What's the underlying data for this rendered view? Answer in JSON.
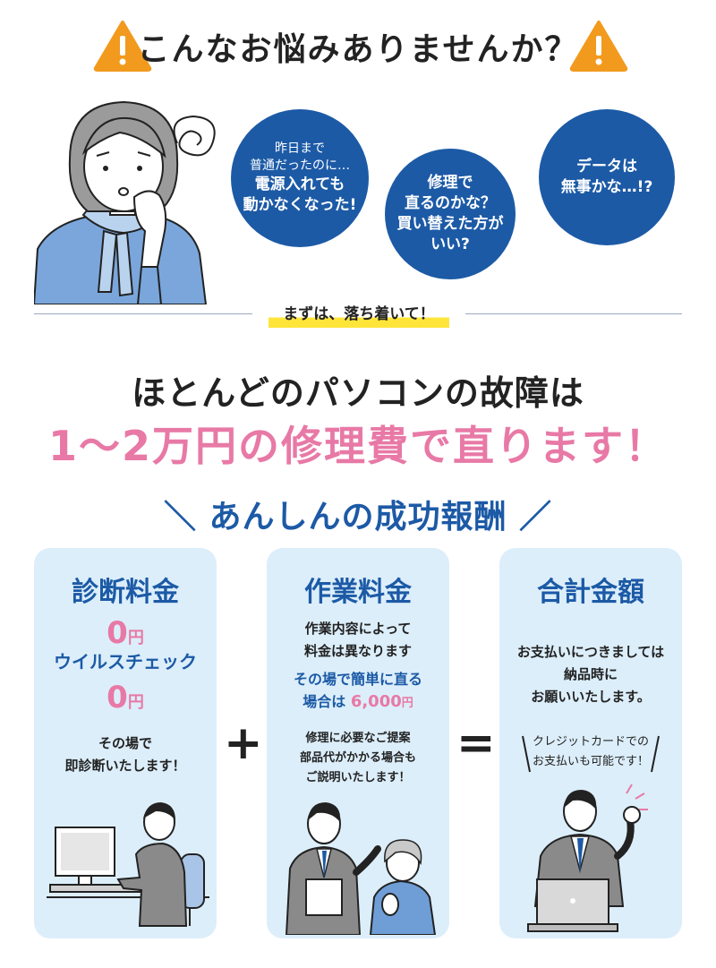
{
  "header": {
    "title": "こんなお悩みありませんか？"
  },
  "bubbles": {
    "b1": {
      "small1": "昨日まで",
      "small2": "普通だったのに…",
      "main1": "電源入れても",
      "main2": "動かなくなった!"
    },
    "b2": {
      "line1": "修理で",
      "line2": "直るのかな？",
      "line3": "買い替えた方が",
      "line4": "いい?"
    },
    "b3": {
      "line1": "データは",
      "line2": "無事かな…!?"
    }
  },
  "calm": "まずは、落ち着いて！",
  "headline": {
    "line1": "ほとんどのパソコンの故障は",
    "line2": "1〜2万円の修理費で直ります！"
  },
  "section_title": "＼ あんしんの成功報酬 ／",
  "cards": {
    "diagnosis": {
      "title": "診断料金",
      "fee_value": "0",
      "fee_unit": "円",
      "virus_label": "ウイルスチェック",
      "virus_value": "0",
      "virus_unit": "円",
      "note1": "その場で",
      "note2": "即診断いたします！"
    },
    "work": {
      "title": "作業料金",
      "desc1": "作業内容によって",
      "desc2": "料金は異なります",
      "simple1": "その場で簡単に直る",
      "simple2_label": "場合は",
      "simple2_value": "6,000",
      "simple2_unit": "円",
      "note1": "修理に必要なご提案",
      "note2": "部品代がかかる場合も",
      "note3": "ご説明いたします！"
    },
    "total": {
      "title": "合計金額",
      "desc1": "お支払いにつきましては",
      "desc2": "納品時に",
      "desc3": "お願いいたします。",
      "card1": "クレジットカードでの",
      "card2": "お支払いも可能です！"
    }
  },
  "operators": {
    "plus": "+",
    "equals": "="
  },
  "colors": {
    "brand_blue": "#1c5aa6",
    "pink": "#e879a6",
    "card_bg": "#dceefa",
    "warning": "#f29a1e",
    "highlight": "#ffe53a"
  }
}
